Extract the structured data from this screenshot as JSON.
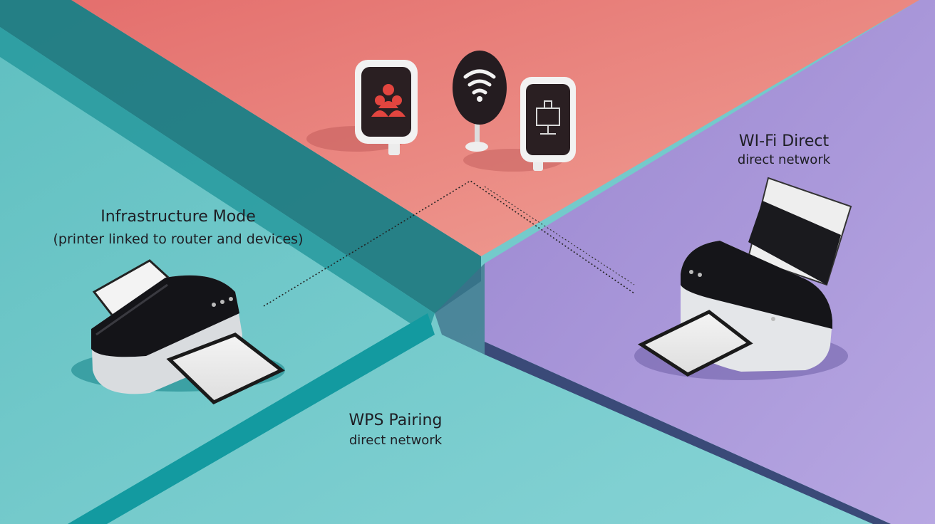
{
  "labels": {
    "infrastructure": {
      "title": "Infrastructure Mode",
      "subtitle": "(printer linked to router and devices)"
    },
    "wifi_direct": {
      "title": "WI-Fi Direct",
      "subtitle": "direct network"
    },
    "wps": {
      "title": "WPS Pairing",
      "subtitle": "direct network"
    }
  },
  "colors": {
    "teal": "#6fc7c8",
    "coral": "#e98a86",
    "purple": "#a48fd4",
    "dark": "#1e1e24"
  },
  "icons": [
    "users-icon",
    "wifi-icon",
    "network-icon"
  ]
}
